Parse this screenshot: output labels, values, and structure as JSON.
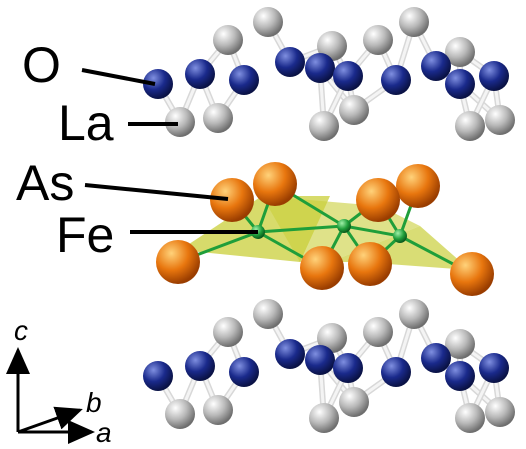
{
  "labels": {
    "oxygen": "O",
    "lanthanum": "La",
    "arsenic": "As",
    "iron": "Fe"
  },
  "axes": {
    "c": "c",
    "b": "b",
    "a": "a"
  },
  "colors": {
    "oxygen": "#1a2a8c",
    "lanthanum": "#b8b8b8",
    "arsenic": "#e8760e",
    "iron": "#1f9e3a",
    "fe_plane": "#c9cf3a",
    "bond": "#d8d8d8"
  }
}
